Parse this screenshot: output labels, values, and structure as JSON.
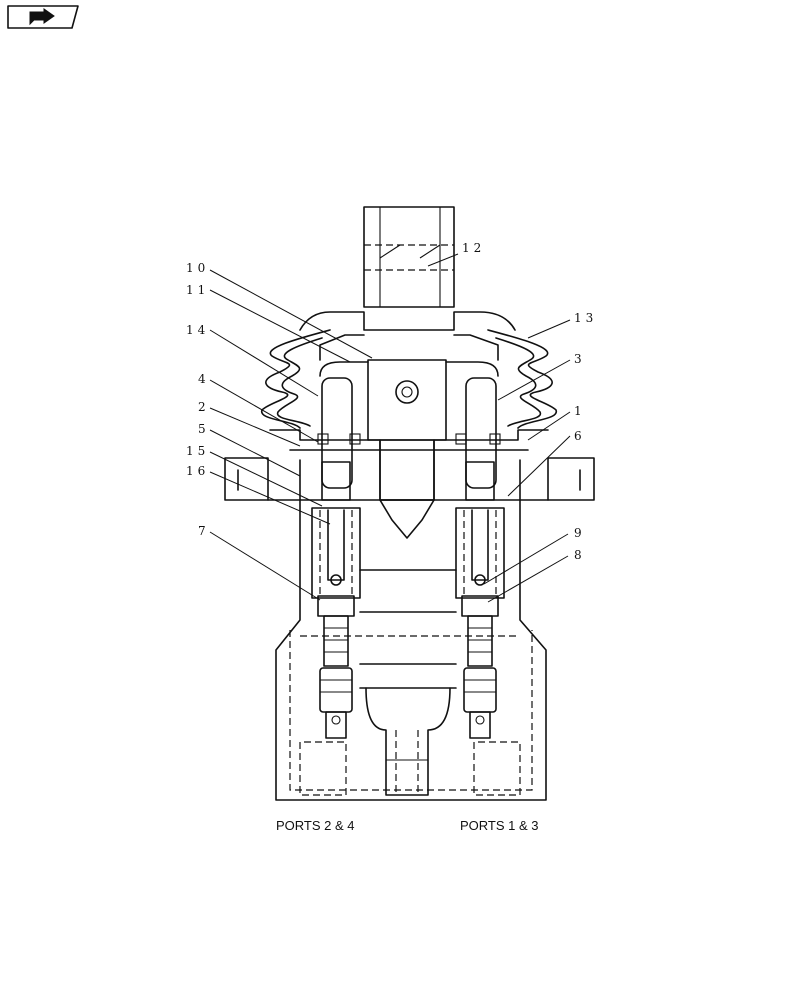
{
  "nav_icon": "back-arrow-icon",
  "callouts": {
    "c1": "1",
    "c2": "2",
    "c3": "3",
    "c4": "4",
    "c5": "5",
    "c6": "6",
    "c7": "7",
    "c8": "8",
    "c9": "9",
    "c10": "10",
    "c11": "11",
    "c12": "12",
    "c13": "13",
    "c14": "14",
    "c15": "15",
    "c16": "16"
  },
  "ports": {
    "left": "PORTS 2 & 4",
    "right": "PORTS 1 & 3"
  }
}
